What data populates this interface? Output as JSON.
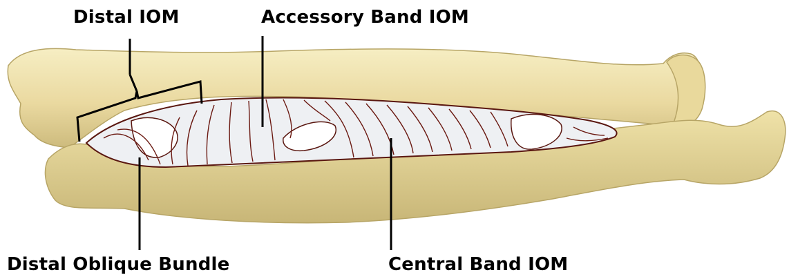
{
  "labels": {
    "distal_iom": "Distal IOM",
    "accessory_band": "Accessory Band IOM",
    "distal_oblique_bundle": "Distal Oblique Bundle",
    "central_band": "Central Band IOM"
  },
  "colors": {
    "bone": "#f0e4ac",
    "bone_shadow": "#c9b87a",
    "ligament": "#eef0f3",
    "fiber": "#6b1a12",
    "leader": "#000000",
    "background": "#ffffff"
  }
}
